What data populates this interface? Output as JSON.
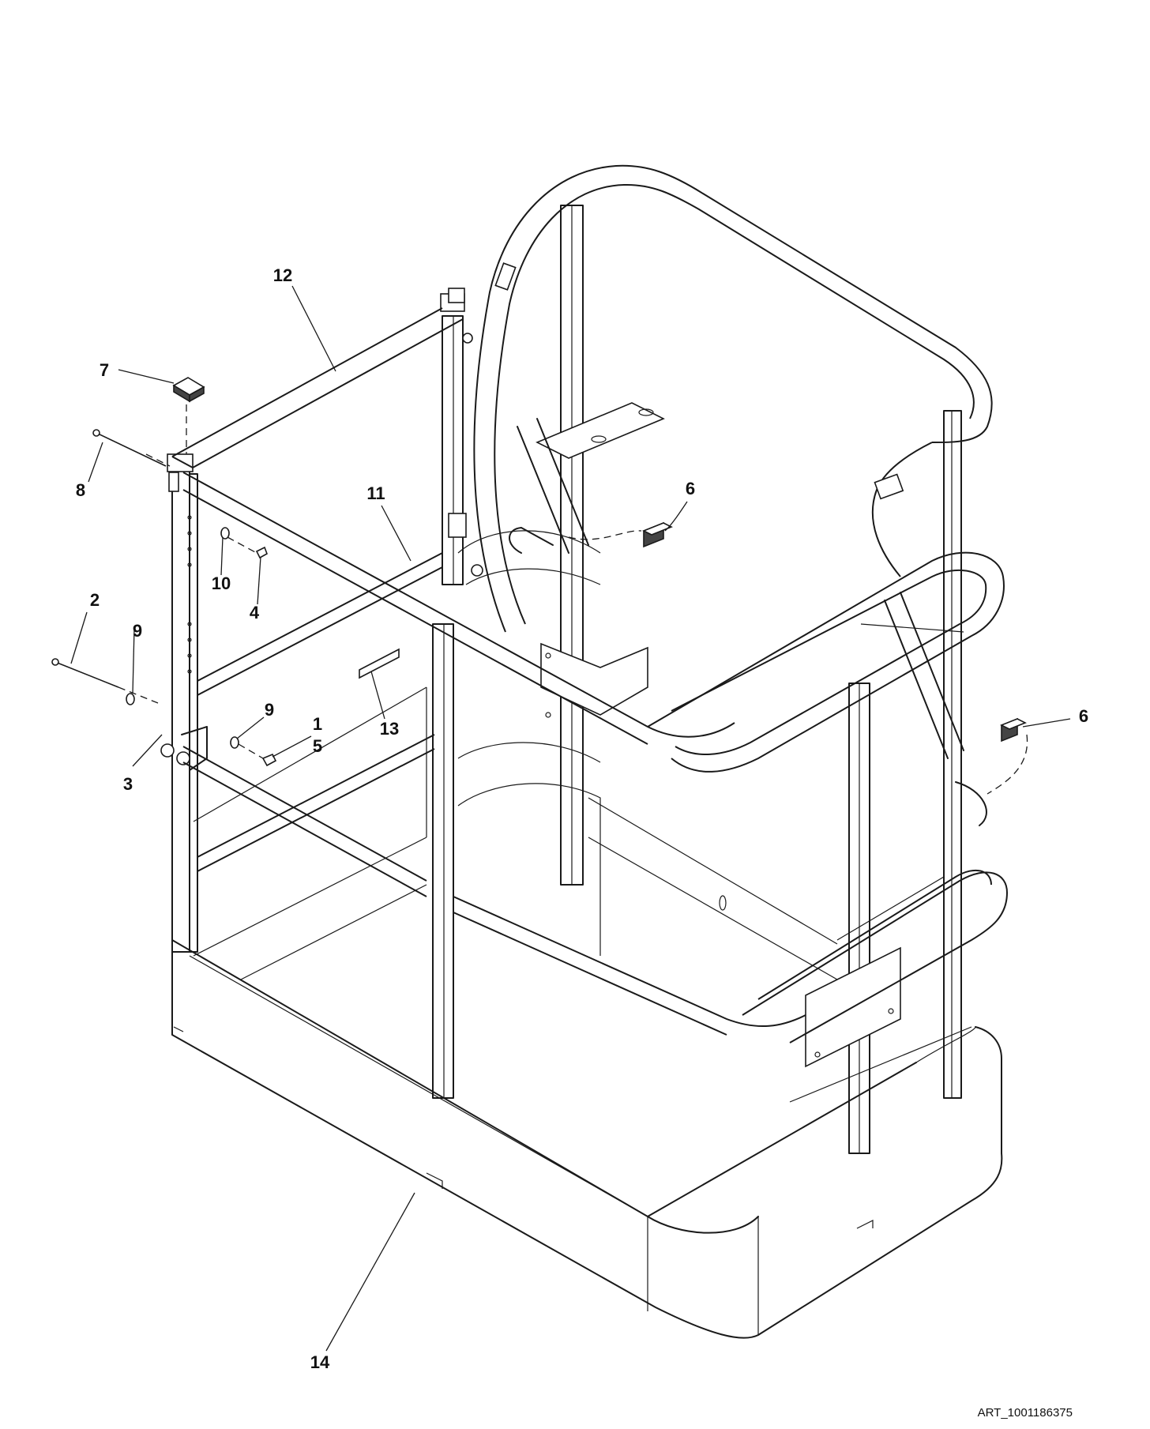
{
  "figure": {
    "art_id": "ART_1001186375"
  },
  "callouts": [
    {
      "id": "c12",
      "label": "12"
    },
    {
      "id": "c7",
      "label": "7"
    },
    {
      "id": "c8",
      "label": "8"
    },
    {
      "id": "c11",
      "label": "11"
    },
    {
      "id": "c6a",
      "label": "6"
    },
    {
      "id": "c10",
      "label": "10"
    },
    {
      "id": "c4",
      "label": "4"
    },
    {
      "id": "c2",
      "label": "2"
    },
    {
      "id": "c9a",
      "label": "9"
    },
    {
      "id": "c13",
      "label": "13"
    },
    {
      "id": "c9b",
      "label": "9"
    },
    {
      "id": "c1",
      "label": "1"
    },
    {
      "id": "c5",
      "label": "5"
    },
    {
      "id": "c3",
      "label": "3"
    },
    {
      "id": "c6b",
      "label": "6"
    },
    {
      "id": "c14",
      "label": "14"
    }
  ]
}
